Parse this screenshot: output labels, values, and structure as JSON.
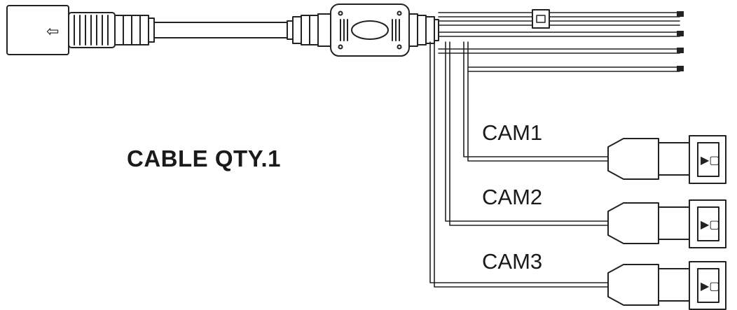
{
  "diagram": {
    "label": "CABLE QTY.1",
    "channels": [
      "CAM1",
      "CAM2",
      "CAM3"
    ],
    "input_symbol": "⇦",
    "output_symbol": "▶▢"
  }
}
